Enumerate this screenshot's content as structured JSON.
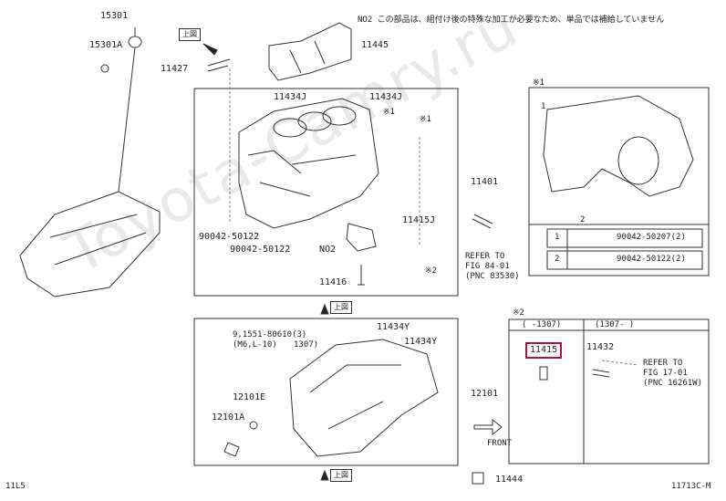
{
  "note": "NO2 この部品は、組付け後の特殊な加工が必要なため、単品では補給していません",
  "labels": {
    "p15301": "15301",
    "p15301a": "15301A",
    "p11427": "11427",
    "p11445": "11445",
    "p11434j_a": "11434J",
    "p11434j_b": "11434J",
    "x1_a": "※1",
    "x1_b": "※1",
    "p11401": "11401",
    "p11415j": "11415J",
    "no2": "NO2",
    "p90042a": "90042-50122",
    "p90042b": "90042-50122",
    "p11416": "11416",
    "x2_a": "※2",
    "refer1_l1": "REFER TO",
    "refer1_l2": "FIG 84-01",
    "refer1_l3": "(PNC 83530)",
    "p11434y_a": "11434Y",
    "p11434y_b": "11434Y",
    "p91551_l1": "9,1551-80610(3)",
    "p91551_l2": "(M6,L-10)",
    "p91551_l3": "1307)",
    "p12101": "12101",
    "p12101e": "12101E",
    "p12101a": "12101A",
    "front": "FRONT",
    "p11444": "11444",
    "footer_left": "11L5",
    "footer_right": "11713C-M",
    "detail_x1": "※1",
    "detail_1": "1",
    "detail_2": "2",
    "detail_row1_num": "1",
    "detail_row1_part": "90042-50207(2)",
    "detail_row2_num": "2",
    "detail_row2_part": "90042-50122(2)",
    "x2_b": "※2",
    "col1_head": "(  -1307)",
    "col2_head": "(1307-    )",
    "p11415": "11415",
    "p11432": "11432",
    "refer2_l1": "REFER TO",
    "refer2_l2": "FIG 17-01",
    "refer2_l3": "(PNC 16261W)",
    "tab_top": "上図",
    "tab_mid": "上図",
    "tab_bot": "上図"
  },
  "watermark": "Toyota-Camry.ru",
  "colors": {
    "highlight": "#b0103a",
    "line": "#333333"
  }
}
